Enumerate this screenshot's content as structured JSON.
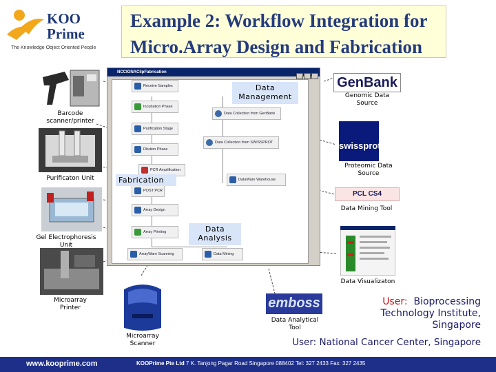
{
  "logo": {
    "brand_line1": "KOO",
    "brand_line2": "Prime",
    "tagline": "The Knowledge Object Oriented People"
  },
  "title": {
    "line1": "Example 2: Workflow Integration for",
    "line2": "Micro.Array Design and Fabrication"
  },
  "workflow_window": {
    "title": "NCCIONAClipFabrication",
    "steps": {
      "receive": "Receive Samples",
      "incubation": "Incubation Phase",
      "purification": "Purification Stage",
      "dilution": "Dilution Phase",
      "pcr": "PCR Amplification",
      "post_pcr": "POST PCR",
      "array_design": "Array Design",
      "array_printing": "Array Printing",
      "scanning": "ArrayWare Scanning",
      "data_mining": "Data Mining",
      "genbank_collect": "Data Collection from GenBank",
      "swissprot_collect": "Data Collection from SWISSPROT",
      "warehouse": "DataWare Warehouse"
    }
  },
  "callouts": {
    "data_management_1": "Data",
    "data_management_2": "Management",
    "fabrication": "Fabrication",
    "data_analysis_1": "Data",
    "data_analysis_2": "Analysis"
  },
  "devices": {
    "barcode_1": "Barcode",
    "barcode_2": "scanner/printer",
    "purification": "Purificaton Unit",
    "gel_1": "Gel Electrophoresis",
    "gel_2": "Unit",
    "printer_1": "Microarray",
    "printer_2": "Printer",
    "scanner_1": "Microarray",
    "scanner_2": "Scanner"
  },
  "sources": {
    "genbank_logo": "GenBank",
    "genbank_1": "Genomic Data",
    "genbank_2": "Source",
    "swissprot_logo": "swissprot",
    "swissprot_1": "Proteomic Data",
    "swissprot_2": "Source",
    "pclcs4_logo": "PCL CS4",
    "mining": "Data Mining Tool",
    "visualization": "Data Visualizaton",
    "emboss_logo": "emboss",
    "analytical_1": "Data Analytical",
    "analytical_2": "Tool"
  },
  "users": {
    "user1_prefix": "User:",
    "user1_line1": "Bioprocessing",
    "user1_line2": "Technology Institute,",
    "user1_line3": "Singapore",
    "user2": "User:  National Cancer Center, Singapore"
  },
  "footer": {
    "url": "www.kooprime.com",
    "company": "KOOPrime Pte Ltd",
    "address": " 7 K. Tanjong Pagar Road Singapore 088402 Tel: 327 2433 Fax: 327 2435"
  },
  "colors": {
    "title": "#243b7e",
    "footer_bg": "#1e2f8a",
    "callout_bg": "#d8e4f8",
    "user_highlight": "#c01010"
  }
}
